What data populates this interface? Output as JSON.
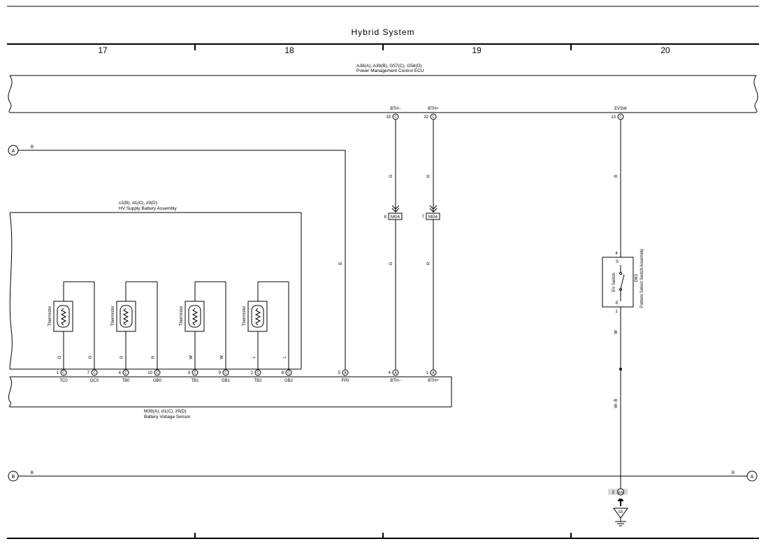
{
  "title": "Hybrid System",
  "columns": [
    "17",
    "18",
    "19",
    "20"
  ],
  "ecu": {
    "codes": "A38(A), A39(B), G57(C), G58(D)",
    "name": "Power Management Control ECU",
    "pin1": {
      "pin": "33",
      "code": "C",
      "label": "BTH−"
    },
    "pin2": {
      "pin": "32",
      "code": "C",
      "label": "BTH+"
    },
    "pin3": {
      "pin": "13",
      "code": "C",
      "label": "EVSW"
    }
  },
  "battery": {
    "codes": "c2(B), d1(C), z9(D)",
    "name": "HV Supply Battery Assembly",
    "thermistor_label": "Thermistor"
  },
  "sensor": {
    "codes": "M39(A), d1(C), z9(D)",
    "name": "Battery Voltage Sensor",
    "pins": [
      {
        "num": "1",
        "code": "C",
        "label": "TC0"
      },
      {
        "num": "7",
        "code": "C",
        "label": "GC0"
      },
      {
        "num": "4",
        "code": "C",
        "label": "TB0"
      },
      {
        "num": "10",
        "code": "C",
        "label": "GB0"
      },
      {
        "num": "3",
        "code": "C",
        "label": "TB1"
      },
      {
        "num": "9",
        "code": "C",
        "label": "GB1"
      },
      {
        "num": "2",
        "code": "C",
        "label": "TB2"
      },
      {
        "num": "8",
        "code": "C",
        "label": "GB2"
      },
      {
        "num": "5",
        "code": "A",
        "label": "FP0"
      },
      {
        "num": "4",
        "code": "A",
        "label": "BTH−"
      },
      {
        "num": "1",
        "code": "A",
        "label": "BTH+"
      }
    ]
  },
  "wires": {
    "t0a": "G",
    "t0b": "G",
    "t1a": "R",
    "t1b": "R",
    "t2a": "W",
    "t2b": "W",
    "t3a": "L",
    "t3b": "L",
    "fp0": "B",
    "bthm_upper": "G",
    "bthm_lower": "G",
    "bthp_upper": "R",
    "bthp_lower": "R",
    "evsw_upper": "B",
    "evsw_lower": "W",
    "ground": "W−B",
    "wireA": "B",
    "wireB_left": "B",
    "wireB_right": "B"
  },
  "connectors": {
    "mg4_left": {
      "pin": "8",
      "name": "MG4"
    },
    "mg4_right": {
      "pin": "7",
      "name": "MG4"
    }
  },
  "switch": {
    "code": "G63",
    "name": "Pattern Select Switch Assembly",
    "inner": "EV Switch",
    "top_pin": "4",
    "top_term": "S",
    "bot_term": "E",
    "bot_pin": "1"
  },
  "ground": {
    "junction_pin": "2",
    "junction_code": "EA",
    "point": "G5"
  },
  "refs": {
    "a": "A",
    "b": "B"
  }
}
